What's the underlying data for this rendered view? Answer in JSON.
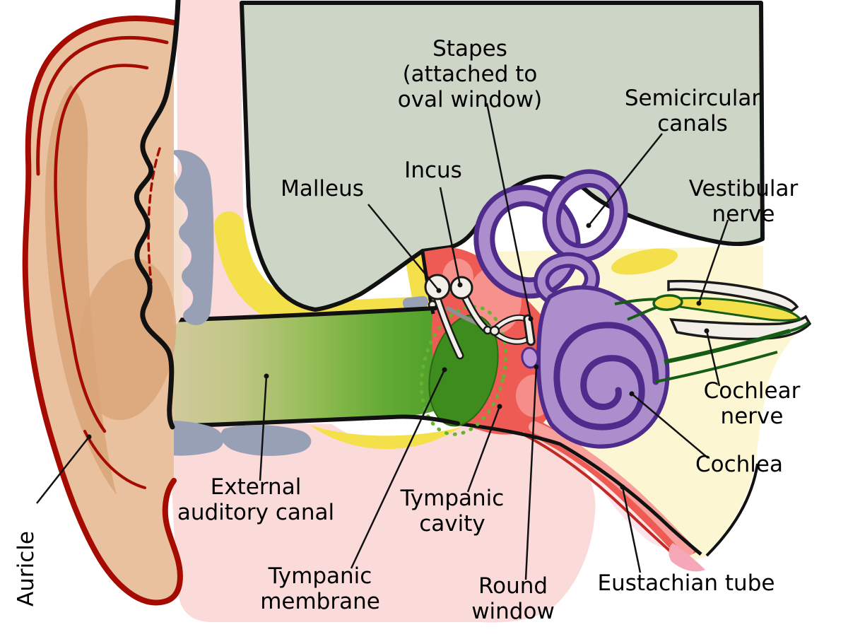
{
  "labels": {
    "auricle": "Auricle",
    "external_auditory_canal": "External\nauditory canal",
    "tympanic_membrane": "Tympanic\nmembrane",
    "tympanic_cavity": "Tympanic\ncavity",
    "round_window": "Round\nwindow",
    "eustachian_tube": "Eustachian tube",
    "malleus": "Malleus",
    "incus": "Incus",
    "stapes": "Stapes\n(attached to\noval window)",
    "semicircular_canals": "Semicircular\ncanals",
    "vestibular_nerve": "Vestibular\nnerve",
    "cochlear_nerve": "Cochlear\nnerve",
    "cochlea": "Cochlea"
  },
  "colors": {
    "background": "#ffffff",
    "skull-gray-green": "#ccd5c6",
    "bone-yellow-bright": "#f4e04a",
    "bone-yellow-pale": "#fdf6d2",
    "skin": "#e9c19e",
    "skin-shadow": "#d9a478",
    "ear-outline-red": "#a50b00",
    "soft-tissue-pink": "#fbdada",
    "soft-tissue-pink-light": "#fce4ea",
    "canal-green": "#5aa02c",
    "membrane-green": "#3e8c1e",
    "cavity-red": "#ee5a54",
    "inner-ear-purple-fill": "#ab8ecb",
    "inner-ear-purple-line": "#4f2c8c",
    "nerve-green": "#155c15",
    "cartilage-gray": "#98a0b6",
    "ossicle-white": "#f2efe9",
    "label-text": "#000000"
  }
}
